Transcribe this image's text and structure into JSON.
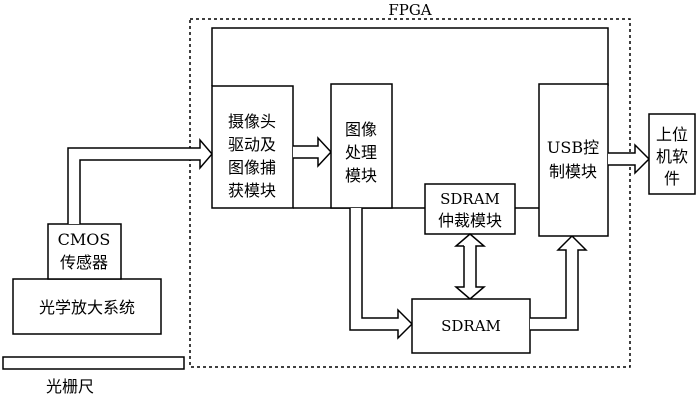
{
  "fpga": {
    "title": "FPGA"
  },
  "blocks": {
    "optics": {
      "label": "光学放大系统"
    },
    "cmos": {
      "line1": "CMOS",
      "line2": "传感器"
    },
    "grating": {
      "label": "光栅尺"
    },
    "camera": {
      "line1": "摄像头",
      "line2": "驱动及",
      "line3": "图像捕",
      "line4": "获模块"
    },
    "image": {
      "line1": "图像",
      "line2": "处理",
      "line3": "模块"
    },
    "arbiter": {
      "line1": "SDRAM",
      "line2": "仲裁模块"
    },
    "sdram": {
      "label": "SDRAM"
    },
    "usb": {
      "line1": "USB控",
      "line2": "制模块"
    },
    "host": {
      "line1": "上位",
      "line2": "机软",
      "line3": "件"
    }
  }
}
